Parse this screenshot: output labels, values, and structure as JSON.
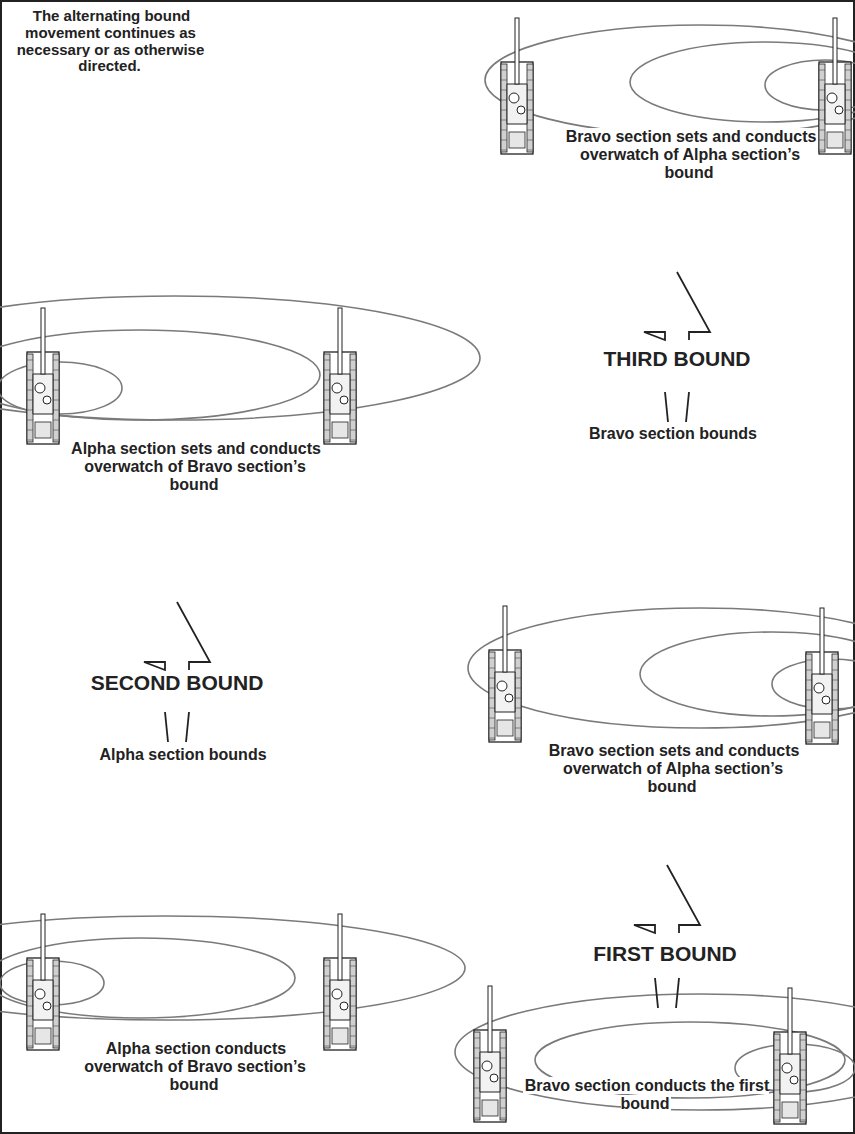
{
  "diagram": {
    "labels": [
      "The alternating bound movement continues as necessary or as otherwise directed.",
      "Bravo section sets and conducts overwatch of Alpha section’s bound",
      "THIRD BOUND",
      "Bravo section bounds",
      "Alpha section sets and conducts overwatch of Bravo section’s bound",
      "SECOND BOUND",
      "Alpha section bounds",
      "Bravo section sets and conducts overwatch of Alpha section’s bound",
      "FIRST BOUND",
      "Alpha section conducts overwatch of Bravo section’s bound",
      "Bravo section conducts the first bound"
    ]
  }
}
